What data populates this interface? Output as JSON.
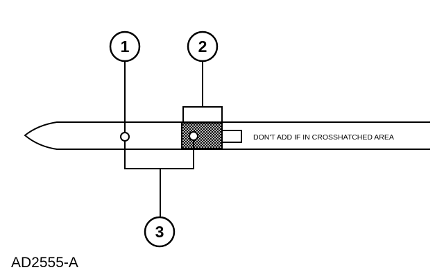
{
  "callouts": {
    "one": "1",
    "two": "2",
    "three": "3"
  },
  "annotation": "DON'T ADD IF IN CROSSHATCHED AREA",
  "figure_id": "AD2555-A"
}
